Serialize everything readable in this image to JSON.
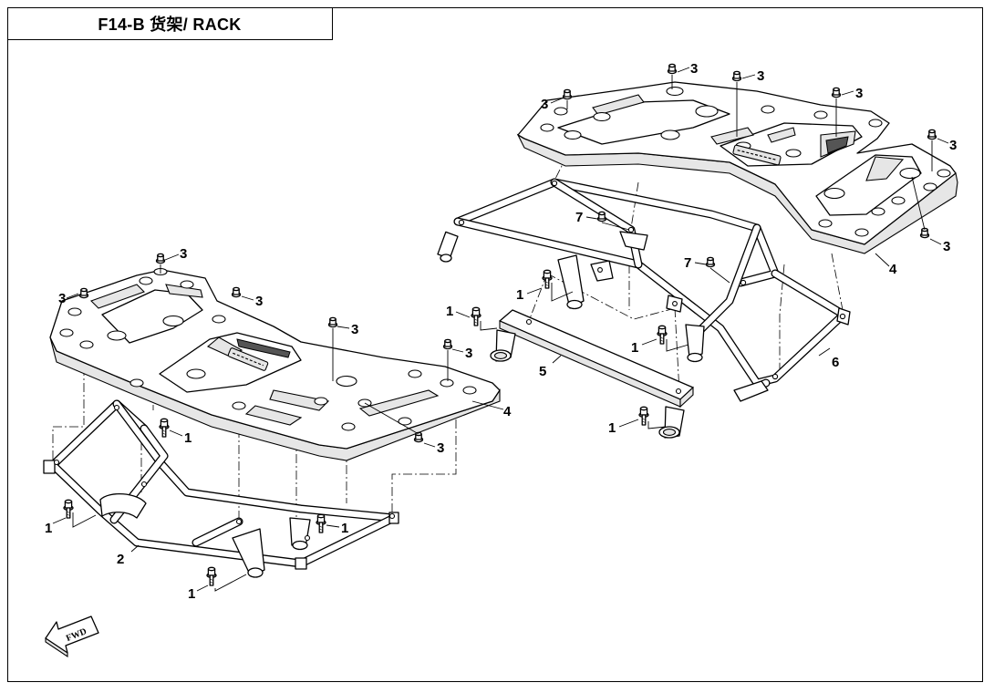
{
  "title": "F14-B 货架/ RACK",
  "fwd_label": "FWD",
  "callouts": {
    "bolt": "1",
    "front_frame": "2",
    "nut": "3",
    "rack_panel": "4",
    "rear_crossbar": "5",
    "rear_frame": "6",
    "small_nut": "7"
  }
}
